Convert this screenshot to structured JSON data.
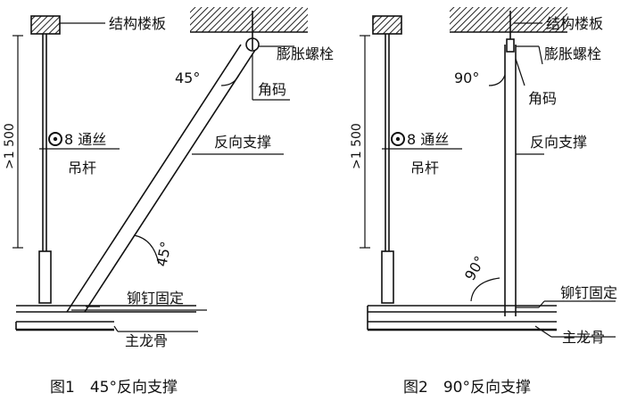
{
  "figure1": {
    "caption": "图1　45°反向支撑",
    "labels": {
      "slab": "结构楼板",
      "bolt": "膨胀螺栓",
      "angle_top": "45°",
      "bracket": "角码",
      "brace": "反向支撑",
      "rod_spec": "8 通丝",
      "rod": "吊杆",
      "dimension": ">1 500",
      "angle_bottom": "45°",
      "rivet": "铆钉固定",
      "main_keel": "主龙骨"
    }
  },
  "figure2": {
    "caption": "图2　90°反向支撑",
    "labels": {
      "slab": "结构楼板",
      "bolt": "膨胀螺栓",
      "angle_top": "90°",
      "bracket": "角码",
      "brace": "反向支撑",
      "rod_spec": "8 通丝",
      "rod": "吊杆",
      "dimension": ">1 500",
      "angle_bottom": "90°",
      "rivet": "铆钉固定",
      "main_keel": "主龙骨"
    }
  }
}
